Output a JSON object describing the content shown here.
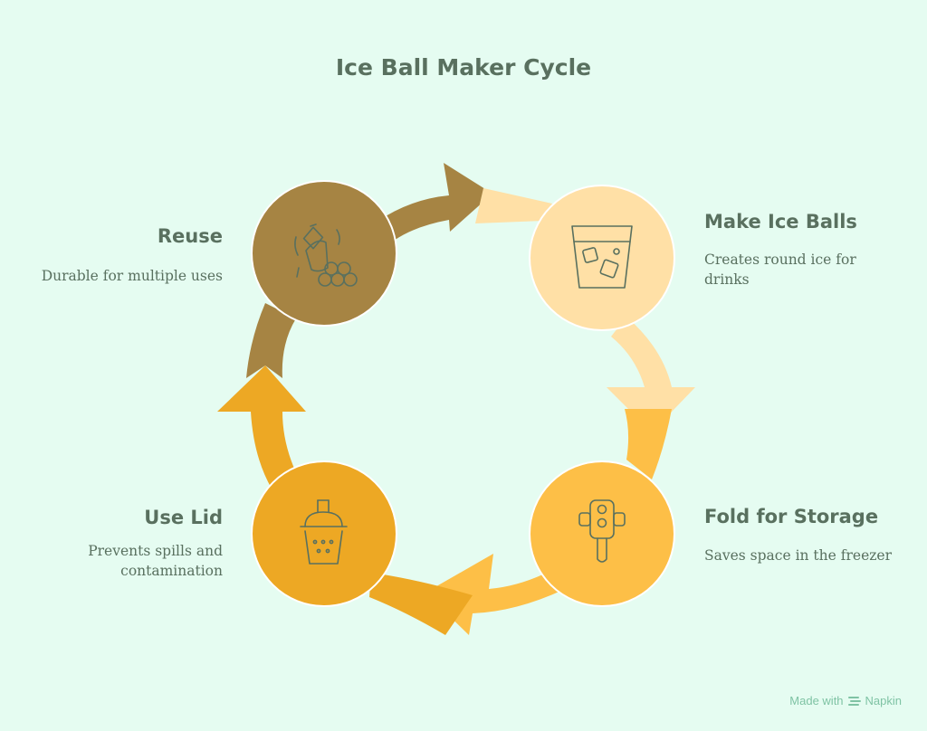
{
  "title": "Ice Ball Maker Cycle",
  "steps": {
    "make_ice_balls": {
      "title": "Make Ice Balls",
      "description": "Creates round ice for drinks",
      "color": "#ffe0a6",
      "icon": "glass-with-ice-icon"
    },
    "fold_for_storage": {
      "title": "Fold for Storage",
      "description": "Saves space in the freezer",
      "color": "#fdbf47",
      "icon": "popsicle-mold-icon"
    },
    "use_lid": {
      "title": "Use Lid",
      "description": "Prevents spills and contamination",
      "color": "#eda824",
      "icon": "lidded-cup-icon"
    },
    "reuse": {
      "title": "Reuse",
      "description": "Durable for multiple uses",
      "color": "#a68443",
      "icon": "shaker-and-balls-icon"
    }
  },
  "colors": {
    "background": "#e5fcf1",
    "text": "#59705f",
    "icon_stroke": "#59705f",
    "footer": "#7fc3a4"
  },
  "footer": {
    "made_with": "Made with",
    "brand": "Napkin"
  }
}
